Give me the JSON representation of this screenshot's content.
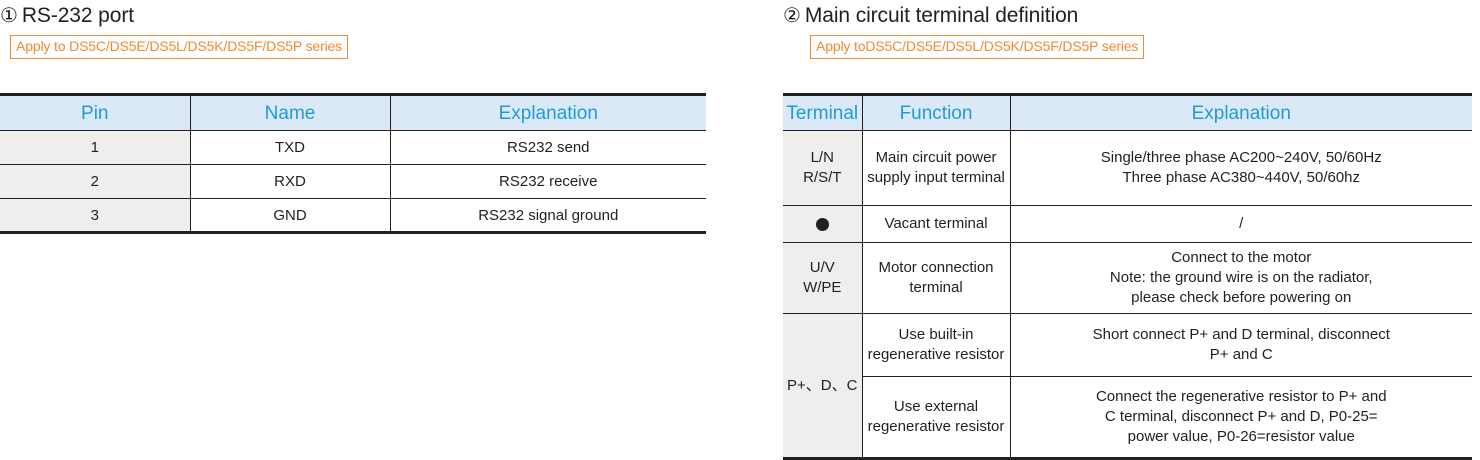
{
  "sections": [
    {
      "marker": "①",
      "title": "RS-232 port",
      "badge": "Apply to DS5C/DS5E/DS5L/DS5K/DS5F/DS5P series",
      "table": {
        "headers": [
          "Pin",
          "Name",
          "Explanation"
        ],
        "rows": [
          {
            "pin": "1",
            "name": "TXD",
            "explanation": "RS232 send"
          },
          {
            "pin": "2",
            "name": "RXD",
            "explanation": "RS232 receive"
          },
          {
            "pin": "3",
            "name": "GND",
            "explanation": "RS232 signal ground"
          }
        ]
      }
    },
    {
      "marker": "②",
      "title": "Main circuit terminal definition",
      "badge": "Apply toDS5C/DS5E/DS5L/DS5K/DS5F/DS5P series",
      "table": {
        "headers": [
          "Terminal",
          "Function",
          "Explanation"
        ],
        "rows": [
          {
            "terminal_line1": "L/N",
            "terminal_line2": "R/S/T",
            "function_line1": "Main circuit power",
            "function_line2": "supply input terminal",
            "explanation_line1": "Single/three phase AC200~240V, 50/60Hz",
            "explanation_line2": "Three phase AC380~440V, 50/60hz"
          },
          {
            "terminal_icon": "filled-circle-icon",
            "function_line1": "Vacant terminal",
            "explanation_line1": "/"
          },
          {
            "terminal_line1": "U/V",
            "terminal_line2": "W/PE",
            "function_line1": "Motor connection",
            "function_line2": "terminal",
            "explanation_line1": "Connect to the motor",
            "explanation_line2": "Note: the ground wire is on the radiator,",
            "explanation_line3": "please check before powering on"
          },
          {
            "terminal_merged": "P+、D、C",
            "function_line1": "Use built-in",
            "function_line2": "regenerative resistor",
            "explanation_line1": "Short connect P+ and D terminal, disconnect",
            "explanation_line2": "P+ and C"
          },
          {
            "function_line1": "Use external",
            "function_line2": "regenerative resistor",
            "explanation_line1": "Connect the regenerative resistor to P+ and",
            "explanation_line2": "C terminal, disconnect P+ and D, P0-25=",
            "explanation_line3": "power value, P0-26=resistor value"
          }
        ]
      }
    }
  ],
  "colors": {
    "header_fill": "#dbe9f7",
    "header_text": "#1f9bd8",
    "key_cell_fill": "#eeeeec",
    "badge_orange": "#f08a33",
    "body_text": "#231f20"
  }
}
